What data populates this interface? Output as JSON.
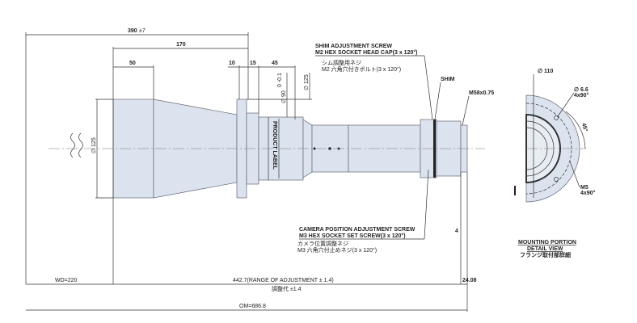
{
  "dimensions": {
    "total_length": "390",
    "total_length_suffix": "±7",
    "d170": "170",
    "d50": "50",
    "d10": "10",
    "d15": "15",
    "d45": "45",
    "dia90": "∅ 90",
    "dia90_tol": "0 -0.1",
    "dia125_rear": "∅ 125",
    "dia125_front": "∅ 125",
    "m58": "M58x0.75",
    "d4": "4",
    "wd": "WD=220",
    "range": "442.7(RANGE OF ADJUSTMENT ± 1.4)",
    "range_jp": "調整代 ±1.4",
    "d2408": "24.08",
    "om": "OM=686.8"
  },
  "labels": {
    "product_label": "PRODUCT LABEL",
    "shim": "SHIM",
    "shim_screw_1": "SHIM ADJUSTMENT SCREW",
    "shim_screw_2": "M2 HEX SOCKET HEAD CAP(3 x 120°)",
    "shim_screw_jp1": "シム調整用ネジ",
    "shim_screw_jp2": "M2 六角穴付きボルト(3 x 120°)",
    "cam_screw_1": "CAMERA POSITION ADJUSTMENT SCREW",
    "cam_screw_2": "M3 HEX SOCKET SET SCREW(3 x 120°)",
    "cam_screw_jp1": "カメラ位置調整ネジ",
    "cam_screw_jp2": "M3 六角穴付止めネジ(3 x 120°)"
  },
  "detail": {
    "dia110": "∅ 110",
    "dia66": "∅ 6.6",
    "dia66_count": "4x90°",
    "angle": "45°",
    "m5": "M5",
    "m5_count": "4x90°",
    "title1": "MOUNTING PORTION",
    "title2": "DETAIL VIEW",
    "title_jp": "フランジ取付部詳細"
  }
}
